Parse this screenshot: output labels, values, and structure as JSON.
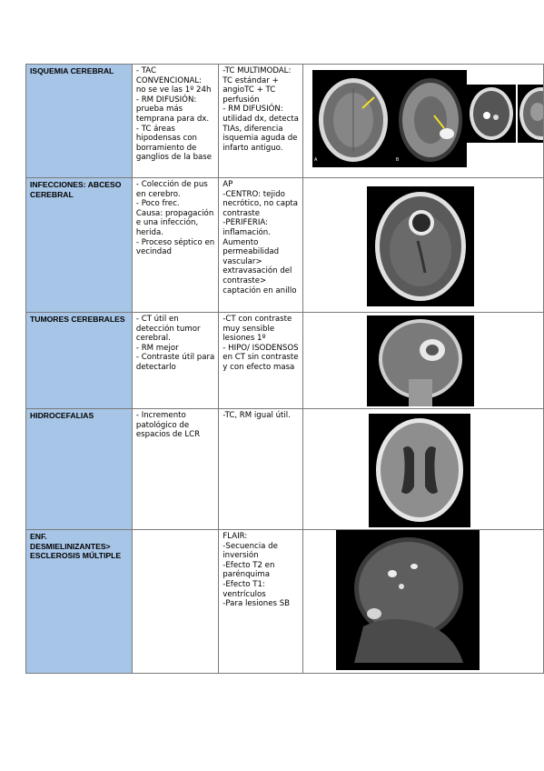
{
  "rows": [
    {
      "category": "ISQUEMIA CEREBRAL",
      "col2": [
        "- TAC",
        "CONVENCIONAL:",
        "no se ve las 1º 24h",
        "- RM DIFUSIÓN:",
        "prueba más",
        "temprana para dx.",
        "- TC áreas",
        "hipodensas con",
        "borramiento de",
        "ganglios de la base"
      ],
      "col3": [
        "-TC MULTIMODAL:",
        "TC estándar +",
        "angioTC + TC",
        "perfusión",
        "- RM DIFUSIÓN:",
        "utilidad dx, detecta",
        "TIAs, diferencia",
        "isquemia aguda de",
        "infarto antiguo."
      ],
      "panel_labels": [
        "A",
        "B"
      ]
    },
    {
      "category": "INFECCIONES: ABCESO CEREBRAL",
      "col2": [
        "- Colección de pus",
        "en cerebro.",
        "- Poco frec.",
        "Causa: propagación",
        "e una infección,",
        "herida.",
        "- Proceso séptico en",
        "vecindad"
      ],
      "col3": [
        "AP",
        "-CENTRO: tejido",
        "necrótico, no capta",
        "contraste",
        "-PERIFERIA:",
        "inflamación.",
        "Aumento",
        "permeabilidad",
        "vascular>",
        "extravasación del",
        "contraste>",
        "captación en anillo"
      ]
    },
    {
      "category": "TUMORES CEREBRALES",
      "col2": [
        "- CT útil en",
        "detección tumor",
        "cerebral.",
        "- RM mejor",
        "- Contraste útil para",
        "detectarlo"
      ],
      "col3": [
        "-CT con contraste",
        "muy sensible",
        "lesiones 1º",
        "- HIPO/ ISODENSOS",
        "en CT sin contraste",
        "y con efecto masa"
      ]
    },
    {
      "category": "HIDROCEFALIAS",
      "col2": [
        "- Incremento",
        "patológico de",
        "espacios de LCR"
      ],
      "col3": [
        "-TC, RM igual útil."
      ]
    },
    {
      "category": "ENF. DESMIELINIZANTES> ESCLEROSIS MÚLTIPLE",
      "col2": [],
      "col3": [
        "FLAIR:",
        "-Secuencia de",
        "inversión",
        "-Efecto T2 en",
        "parénquima",
        "-Efecto T1:",
        "ventrículos",
        "-Para lesiones SB"
      ]
    }
  ],
  "colors": {
    "category_bg": "#a7c5e6",
    "border": "#7a7a7a"
  }
}
